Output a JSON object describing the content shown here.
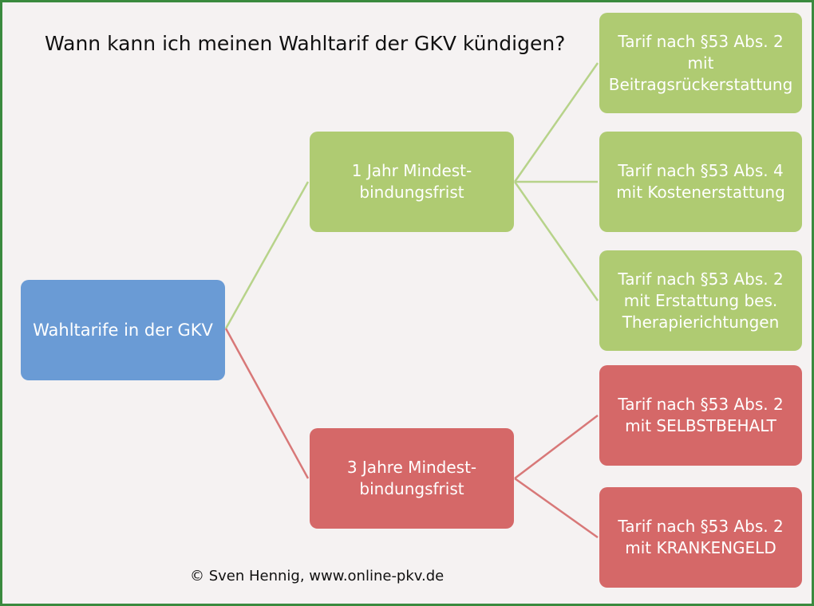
{
  "title": "Wann kann ich meinen Wahltarif der GKV kündigen?",
  "colors": {
    "root": "#6a9bd5",
    "green": "#afcb72",
    "red": "#d56868",
    "green_line": "#b7d38a",
    "red_line": "#d87878",
    "frame": "#3a8a3e"
  },
  "root": {
    "label": "Wahltarife in der GKV"
  },
  "branches": [
    {
      "label": "1 Jahr Mindest-\nbindungsfrist",
      "leaves": [
        "Tarif nach §53 Abs. 2\nmit\nBeitragsrückerstattung",
        "Tarif nach §53 Abs. 4\nmit Kostenerstattung",
        "Tarif nach §53 Abs. 2\nmit Erstattung bes.\nTherapierichtungen"
      ]
    },
    {
      "label": "3 Jahre Mindest-\nbindungsfrist",
      "leaves": [
        "Tarif nach §53 Abs. 2\nmit SELBSTBEHALT",
        "Tarif nach §53 Abs. 2\nmit KRANKENGELD"
      ]
    }
  ],
  "footer": "© Sven Hennig, www.online-pkv.de"
}
